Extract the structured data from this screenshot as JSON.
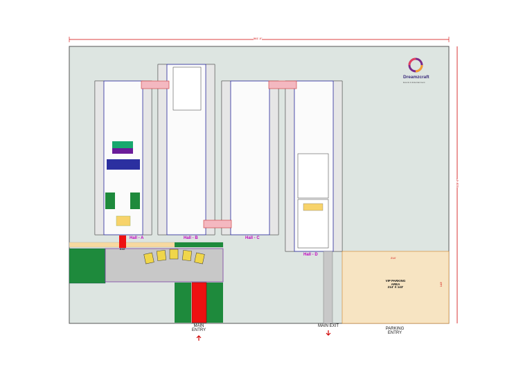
{
  "logo": {
    "name": "Dreamzcraft",
    "tagline": "Events & Entertainment"
  },
  "halls": [
    {
      "label": "Hall - A"
    },
    {
      "label": "Hall - B"
    },
    {
      "label": "Hall - C"
    },
    {
      "label": "Hall - D"
    }
  ],
  "labels": {
    "main_entry": "MAIN\nENTRY",
    "main_exit": "MAIN EXIT",
    "parking_entry": "PARKING\nENTRY",
    "vip_parking": "VIP PARKING\nAREA\n214' X 143'",
    "exit": "EXIT"
  },
  "dimensions": {
    "top_width": "561'-0\"",
    "right_height": "328'-0\"",
    "vip_width": "214'",
    "vip_height": "143'"
  },
  "colors": {
    "site_bg": "#dde5e1",
    "boundary": "#555555",
    "dimension": "#d00000",
    "hall_label": "#c000c0",
    "green_block": "#1e8a3c",
    "gate_red": "#ee1111",
    "vip_fill": "#f7e4c2",
    "courtyard": "#c8c8c8"
  }
}
